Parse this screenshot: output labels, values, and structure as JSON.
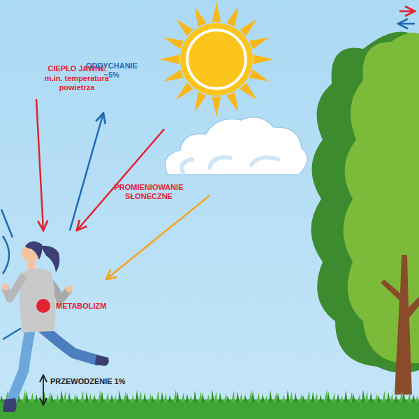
{
  "diagram": {
    "labels": [
      "CIEPŁO JAWNE",
      "m.in. temperatura powietrza",
      "ODDYCHANIE ~5%",
      "PROMIENIOWANIE SŁONECZNE",
      "METABOLIZM",
      "PRZEWODZENIE 1%"
    ]
  }
}
